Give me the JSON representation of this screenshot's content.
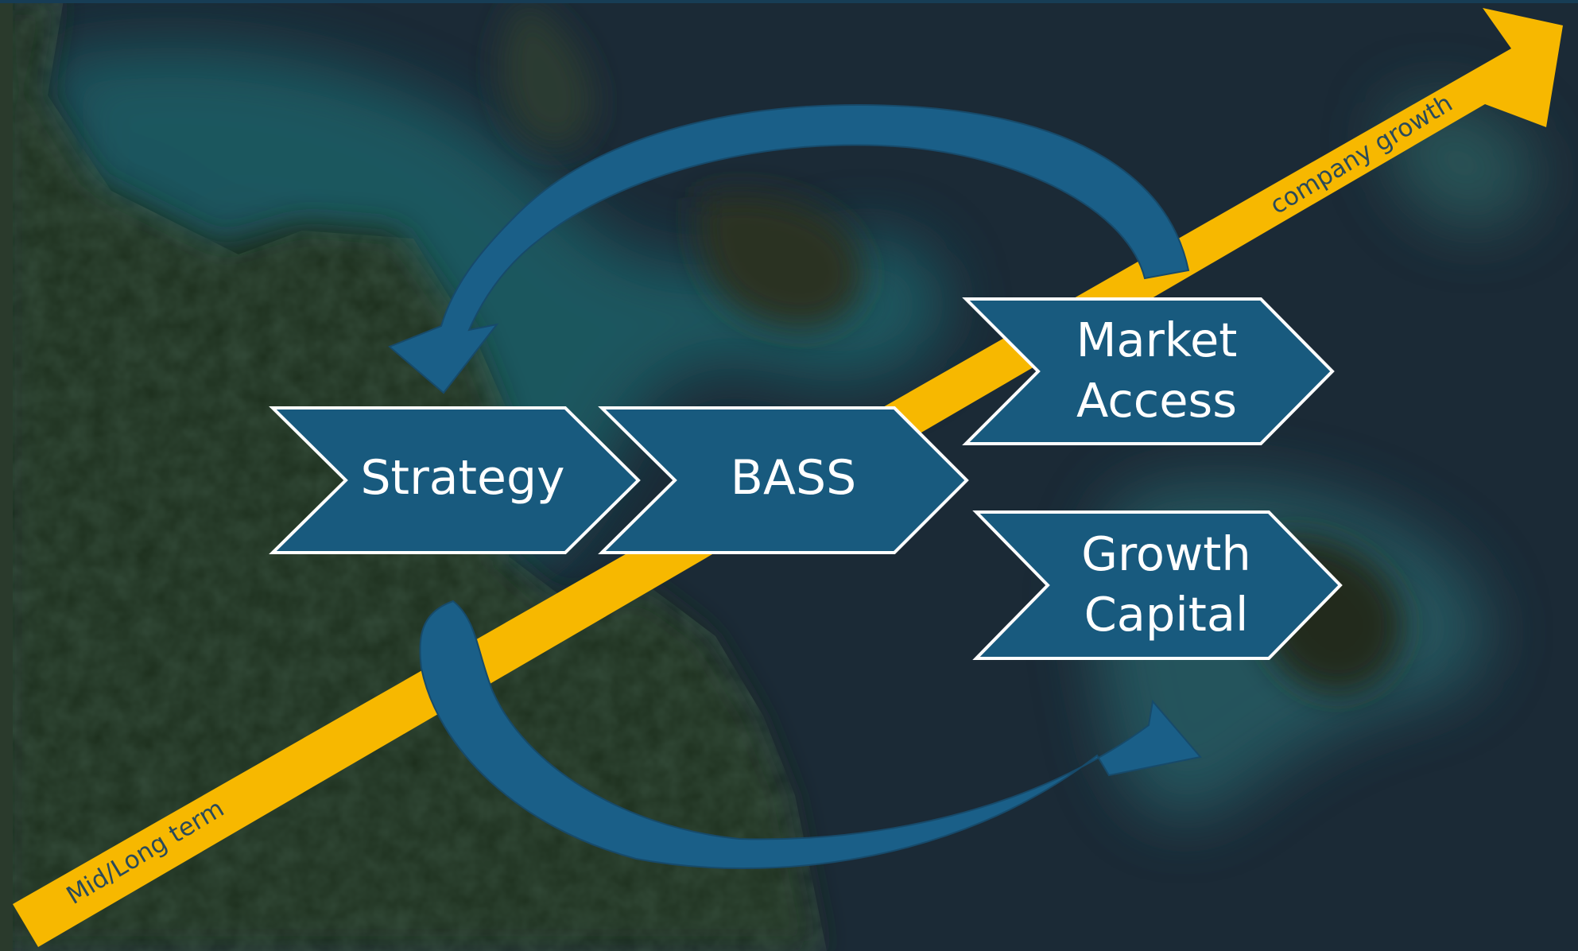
{
  "growth_arrow": {
    "start_label": "Mid/Long term",
    "end_label": "company growth",
    "color": "#f7b800",
    "text_color": "#2a4a5a"
  },
  "chevrons": {
    "strategy": "Strategy",
    "bass": "BASS",
    "market_access_line1": "Market",
    "market_access_line2": "Access",
    "growth_capital_line1": "Growth",
    "growth_capital_line2": "Capital",
    "fill": "#185a7e",
    "stroke": "#ffffff"
  },
  "cycle_arrows": {
    "color": "#1a5f88"
  },
  "background": {
    "description_colors": [
      "#1b2b38",
      "#1f5b63",
      "#1c2f1e"
    ]
  }
}
